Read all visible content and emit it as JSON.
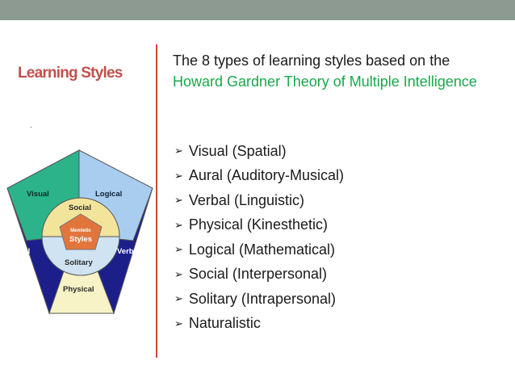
{
  "slide": {
    "side_title": "Learning Styles",
    "dot": ".",
    "intro_prefix": "The 8 types of learning styles based on the ",
    "intro_highlight": "Howard Gardner Theory of Multiple Intelligence",
    "items": [
      "Visual (Spatial)",
      "Aural (Auditory-Musical)",
      "Verbal (Linguistic)",
      "Physical (Kinesthetic)",
      "Logical (Mathematical)",
      "Social (Interpersonal)",
      "Solitary (Intrapersonal)",
      "Naturalistic"
    ],
    "bullet_glyph": "➢"
  },
  "diagram": {
    "labels": {
      "visual": "Visual",
      "logical": "Logical",
      "aural": "Aural",
      "verbal": "Verbal",
      "physical": "Physical",
      "social": "Social",
      "solitary": "Solitary",
      "center_line1": "Memletic",
      "center_line2": "Styles"
    },
    "colors": {
      "visual": "#2db38a",
      "logical": "#a9cdef",
      "aural": "#1c1f8a",
      "verbal": "#1c1f8a",
      "physical": "#f7f3c6",
      "inner_top": "#f3e49c",
      "inner_bottom": "#cfe3f2",
      "center": "#e2753c",
      "highlight": "#1aa84b",
      "title": "#c0504d",
      "divider": "#c9463d",
      "topbar": "#8d9a92"
    }
  }
}
